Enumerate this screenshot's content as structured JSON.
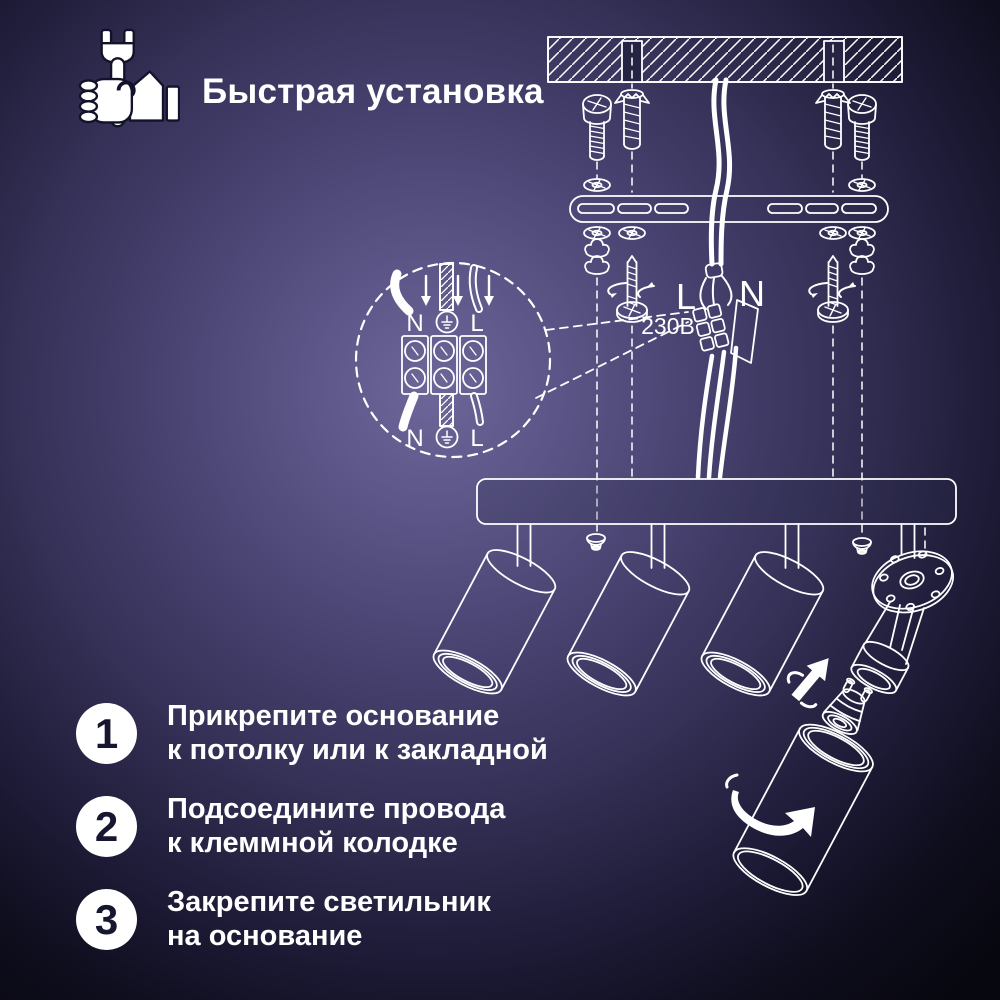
{
  "header": {
    "icon": "wrench-hand-house-icon",
    "title": "Быстрая установка"
  },
  "diagram": {
    "labels": {
      "live": "L",
      "neutral": "N",
      "voltage": "230В",
      "inset": {
        "top_n": "N",
        "top_l": "L",
        "bottom_n": "N",
        "bottom_l": "L"
      }
    }
  },
  "steps": [
    {
      "number": "1",
      "line1": "Прикрепите основание",
      "line2": "к потолку или к закладной"
    },
    {
      "number": "2",
      "line1": "Подсоедините провода",
      "line2": "к клеммной колодке"
    },
    {
      "number": "3",
      "line1": "Закрепите светильник",
      "line2": "на основание"
    }
  ],
  "colors": {
    "background_center": "#6c6699",
    "background_edge": "#07070f",
    "line": "#ffffff",
    "step_number": "#171630",
    "text": "#ffffff"
  }
}
